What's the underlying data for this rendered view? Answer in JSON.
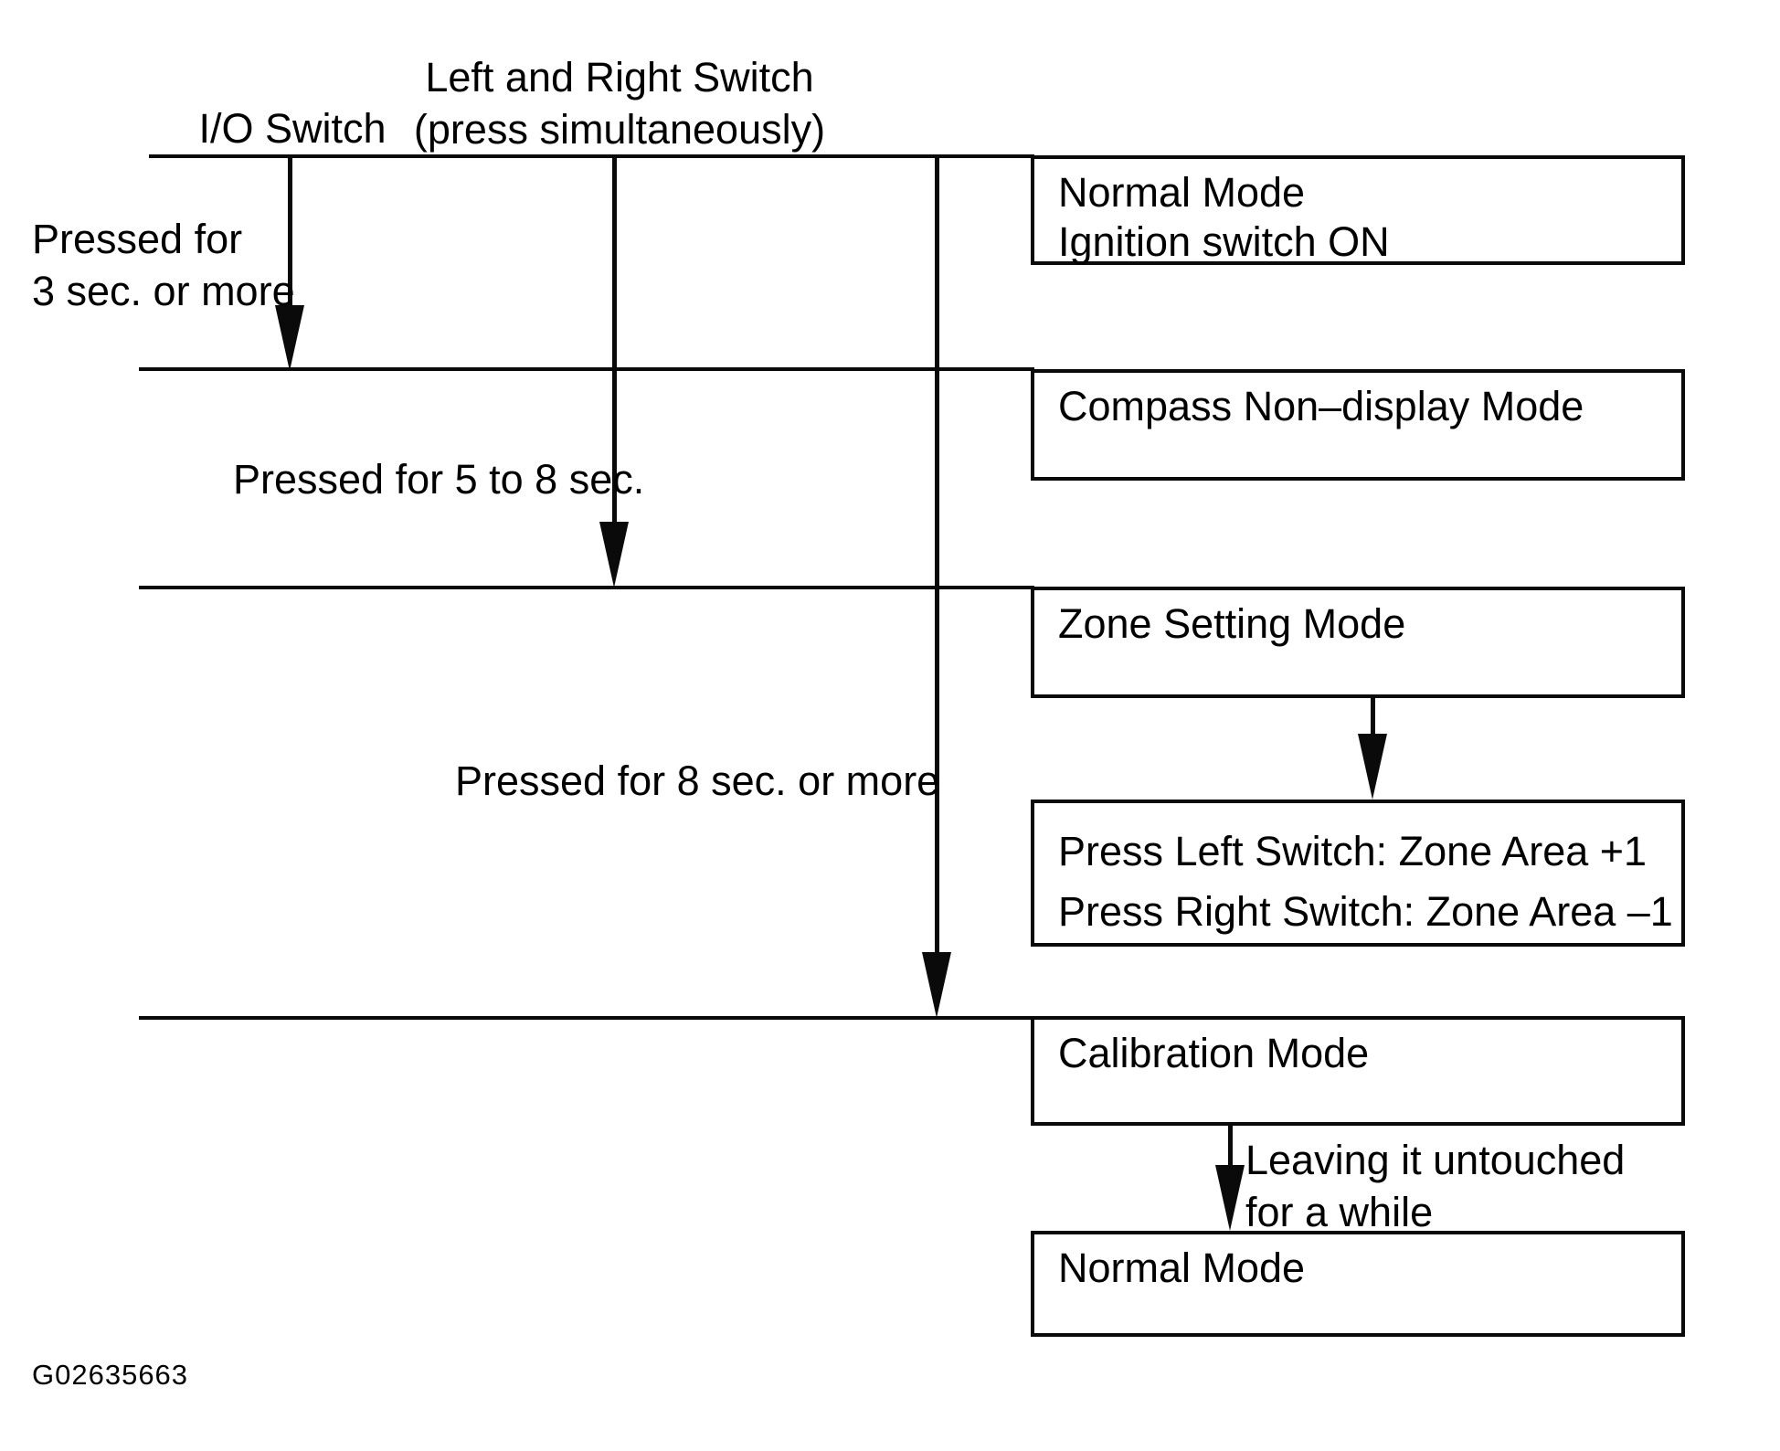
{
  "diagram": {
    "title_hint": "Compass mode switching flow",
    "colors": {
      "ink": "#0a0a0a",
      "paper": "#ffffff"
    },
    "column_labels": {
      "io_switch": "I/O Switch",
      "lr_switch_line1": "Left and Right Switch",
      "lr_switch_line2": "(press simultaneously)"
    },
    "transition_labels": {
      "hold_3sec_line1": "Pressed for",
      "hold_3sec_line2": "3 sec. or more",
      "hold_5to8": "Pressed for 5 to 8 sec.",
      "hold_8plus": "Pressed for 8 sec. or more",
      "leaving_line1": "Leaving it untouched",
      "leaving_line2": "for a while"
    },
    "boxes": {
      "normal_mode": {
        "line1": "Normal Mode",
        "line2": "Ignition switch ON"
      },
      "compass_nondisplay": {
        "line1": "Compass Non–display Mode"
      },
      "zone_setting": {
        "line1": "Zone Setting Mode"
      },
      "zone_adjust": {
        "line1": "Press Left Switch: Zone Area +1",
        "line2": "Press Right Switch: Zone Area –1"
      },
      "calibration": {
        "line1": "Calibration Mode"
      },
      "normal_mode_end": {
        "line1": "Normal Mode"
      }
    },
    "figure_id": "G02635663"
  }
}
